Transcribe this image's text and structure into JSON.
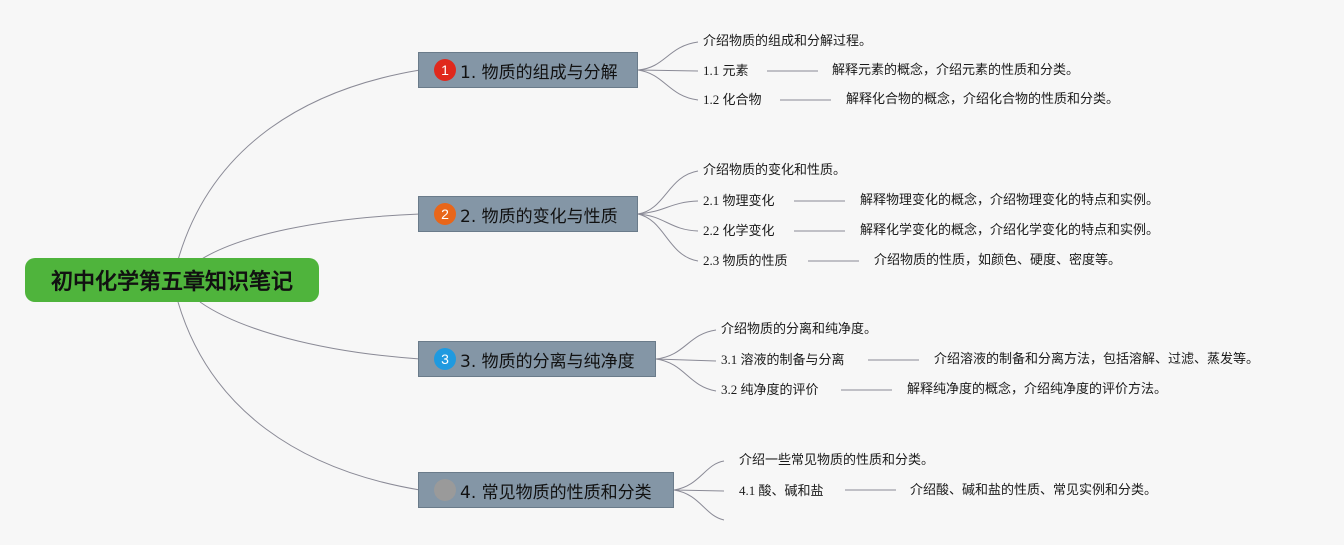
{
  "root": {
    "title": "初中化学第五章知识笔记"
  },
  "branches": [
    {
      "number": "1",
      "label": "1. 物质的组成与分解",
      "badge_color": "#e0281c",
      "intro": "介绍物质的组成和分解过程。",
      "items": [
        {
          "title": "1.1 元素",
          "desc": "解释元素的概念，介绍元素的性质和分类。"
        },
        {
          "title": "1.2 化合物",
          "desc": "解释化合物的概念，介绍化合物的性质和分类。"
        }
      ]
    },
    {
      "number": "2",
      "label": "2. 物质的变化与性质",
      "badge_color": "#e8661a",
      "intro": "介绍物质的变化和性质。",
      "items": [
        {
          "title": "2.1 物理变化",
          "desc": "解释物理变化的概念，介绍物理变化的特点和实例。"
        },
        {
          "title": "2.2 化学变化",
          "desc": "解释化学变化的概念，介绍化学变化的特点和实例。"
        },
        {
          "title": "2.3 物质的性质",
          "desc": "介绍物质的性质，如颜色、硬度、密度等。"
        }
      ]
    },
    {
      "number": "3",
      "label": "3. 物质的分离与纯净度",
      "badge_color": "#1f9ae0",
      "intro": "介绍物质的分离和纯净度。",
      "items": [
        {
          "title": "3.1 溶液的制备与分离",
          "desc": "介绍溶液的制备和分离方法，包括溶解、过滤、蒸发等。"
        },
        {
          "title": "3.2 纯净度的评价",
          "desc": "解释纯净度的概念，介绍纯净度的评价方法。"
        }
      ]
    },
    {
      "number": "",
      "label": "4. 常见物质的性质和分类",
      "badge_color": "#9a9a9a",
      "intro": "介绍一些常见物质的性质和分类。",
      "items": [
        {
          "title": "4.1 酸、碱和盐",
          "desc": "介绍酸、碱和盐的性质、常见实例和分类。"
        }
      ]
    }
  ]
}
